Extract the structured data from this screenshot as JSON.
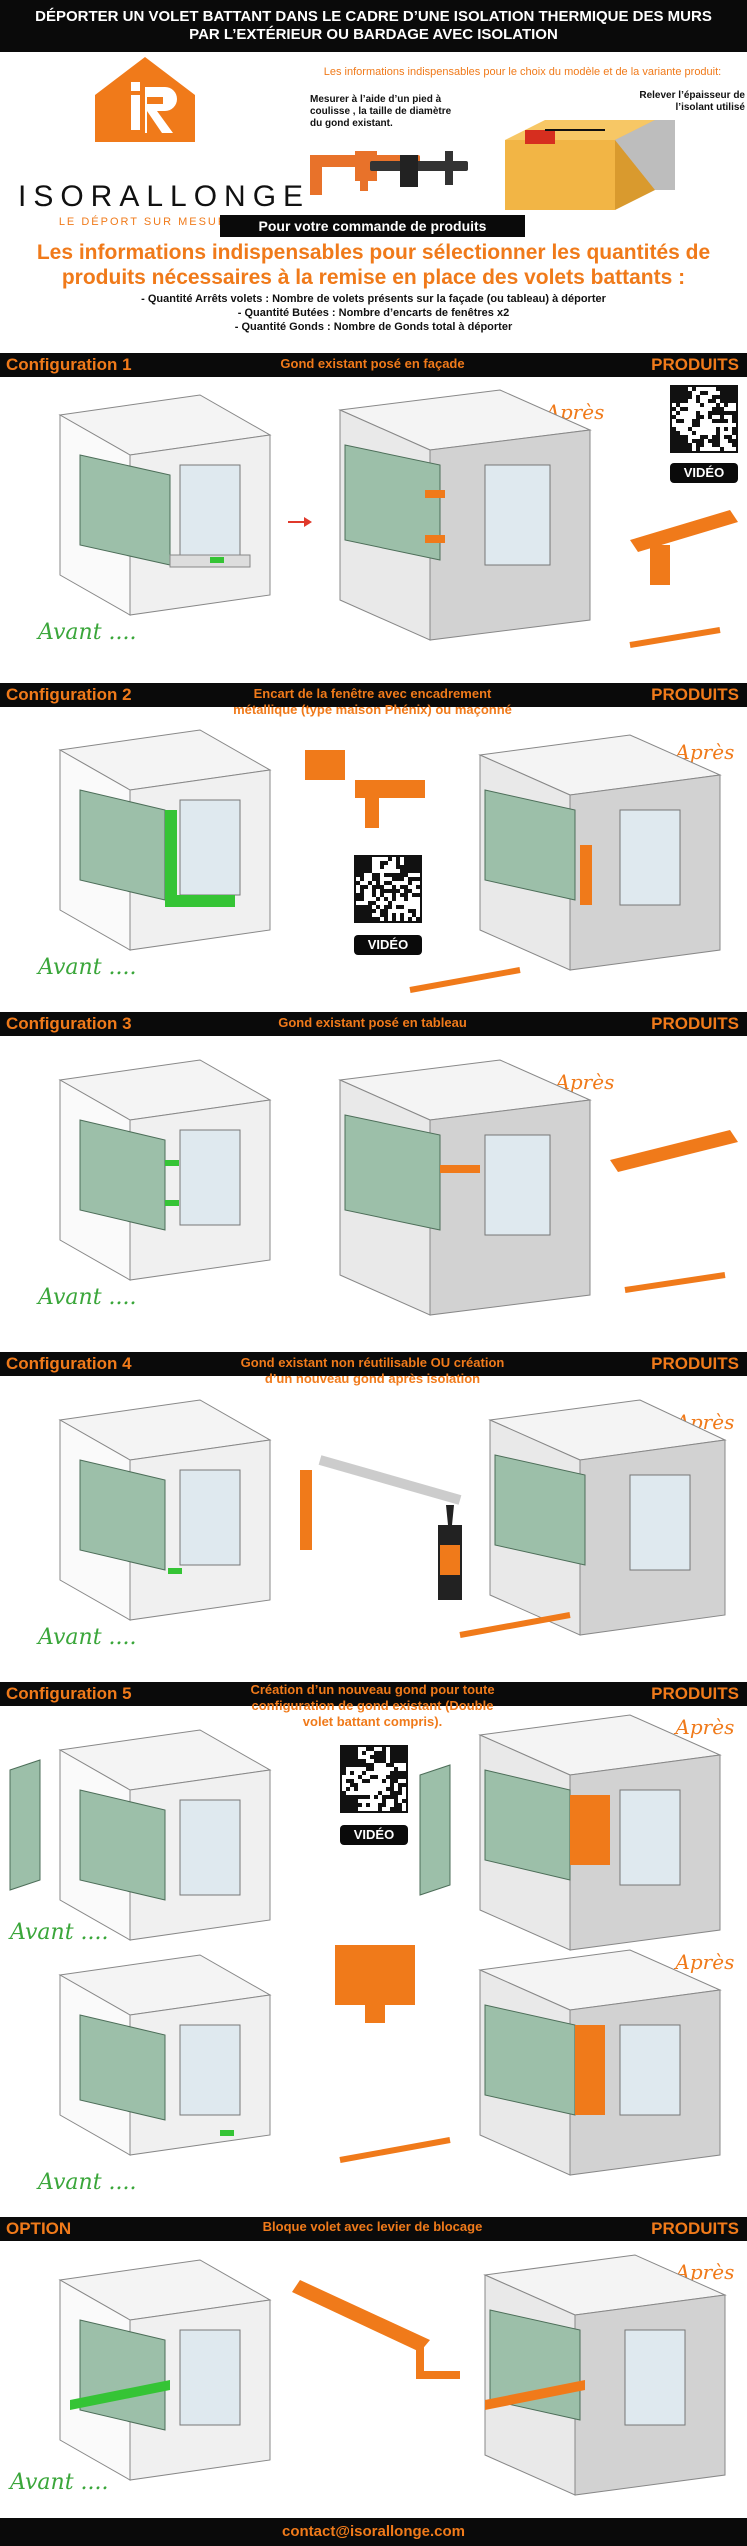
{
  "top_title": {
    "line1": "DÉPORTER UN VOLET BATTANT DANS LE CADRE D’UNE ISOLATION THERMIQUE DES MURS",
    "line2": "PAR L’EXTÉRIEUR OU BARDAGE AVEC ISOLATION"
  },
  "brand": {
    "name": "ISORALLONGE",
    "tagline": "LE DÉPORT SUR MESURE"
  },
  "header_info": {
    "heading": "Les informations indispensables pour le choix du modèle et de la variante produit:",
    "measure": "Mesurer à l’aide d’un pied à coulisse , la taille de diamètre du gond existant.",
    "insulation": "Relever l’épaisseur de l’isolant utilisé"
  },
  "order": {
    "band": "Pour votre commande de produits",
    "heading_line1": "Les informations indispensables pour sélectionner les quantités de",
    "heading_line2": "produits nécessaires à la remise en place des volets battants :",
    "items": [
      "- Quantité Arrêts volets : Nombre de volets présents sur la façade (ou tableau) à déporter",
      "- Quantité Butées : Nombre d’encarts de fenêtres x2",
      "- Quantité Gonds : Nombre de Gonds total à déporter"
    ]
  },
  "products_label": "PRODUITS",
  "before_label": "Avant ....",
  "after_label": "... Après",
  "video_label": "VIDÉO",
  "sections": [
    {
      "label": "Configuration 1",
      "subtitle1": "Gond existant posé en façade",
      "subtitle2": ""
    },
    {
      "label": "Configuration 2",
      "subtitle1": "Encart de la fenêtre avec encadrement",
      "subtitle2": "métallique (type maison Phénix) ou maçonné"
    },
    {
      "label": "Configuration 3",
      "subtitle1": "Gond existant posé en tableau",
      "subtitle2": ""
    },
    {
      "label": "Configuration 4",
      "subtitle1": "Gond existant non réutilisable OU création",
      "subtitle2": "d’un nouveau gond après isolation"
    },
    {
      "label": "Configuration 5",
      "subtitle1": "Création d’un nouveau gond pour toute",
      "subtitle2": "configuration de gond existant (Double",
      "subtitle3": "volet battant compris)."
    },
    {
      "label": "OPTION",
      "subtitle1": "Bloque volet avec levier de blocage",
      "subtitle2": ""
    }
  ],
  "footer": {
    "contact": "contact@isorallonge.com"
  },
  "colors": {
    "accent": "#f07a1a",
    "band": "#0a0a0a",
    "shutter": "#9cbfa9",
    "highlight_green": "#35c435",
    "wall_gray": "#d9d9d9"
  }
}
